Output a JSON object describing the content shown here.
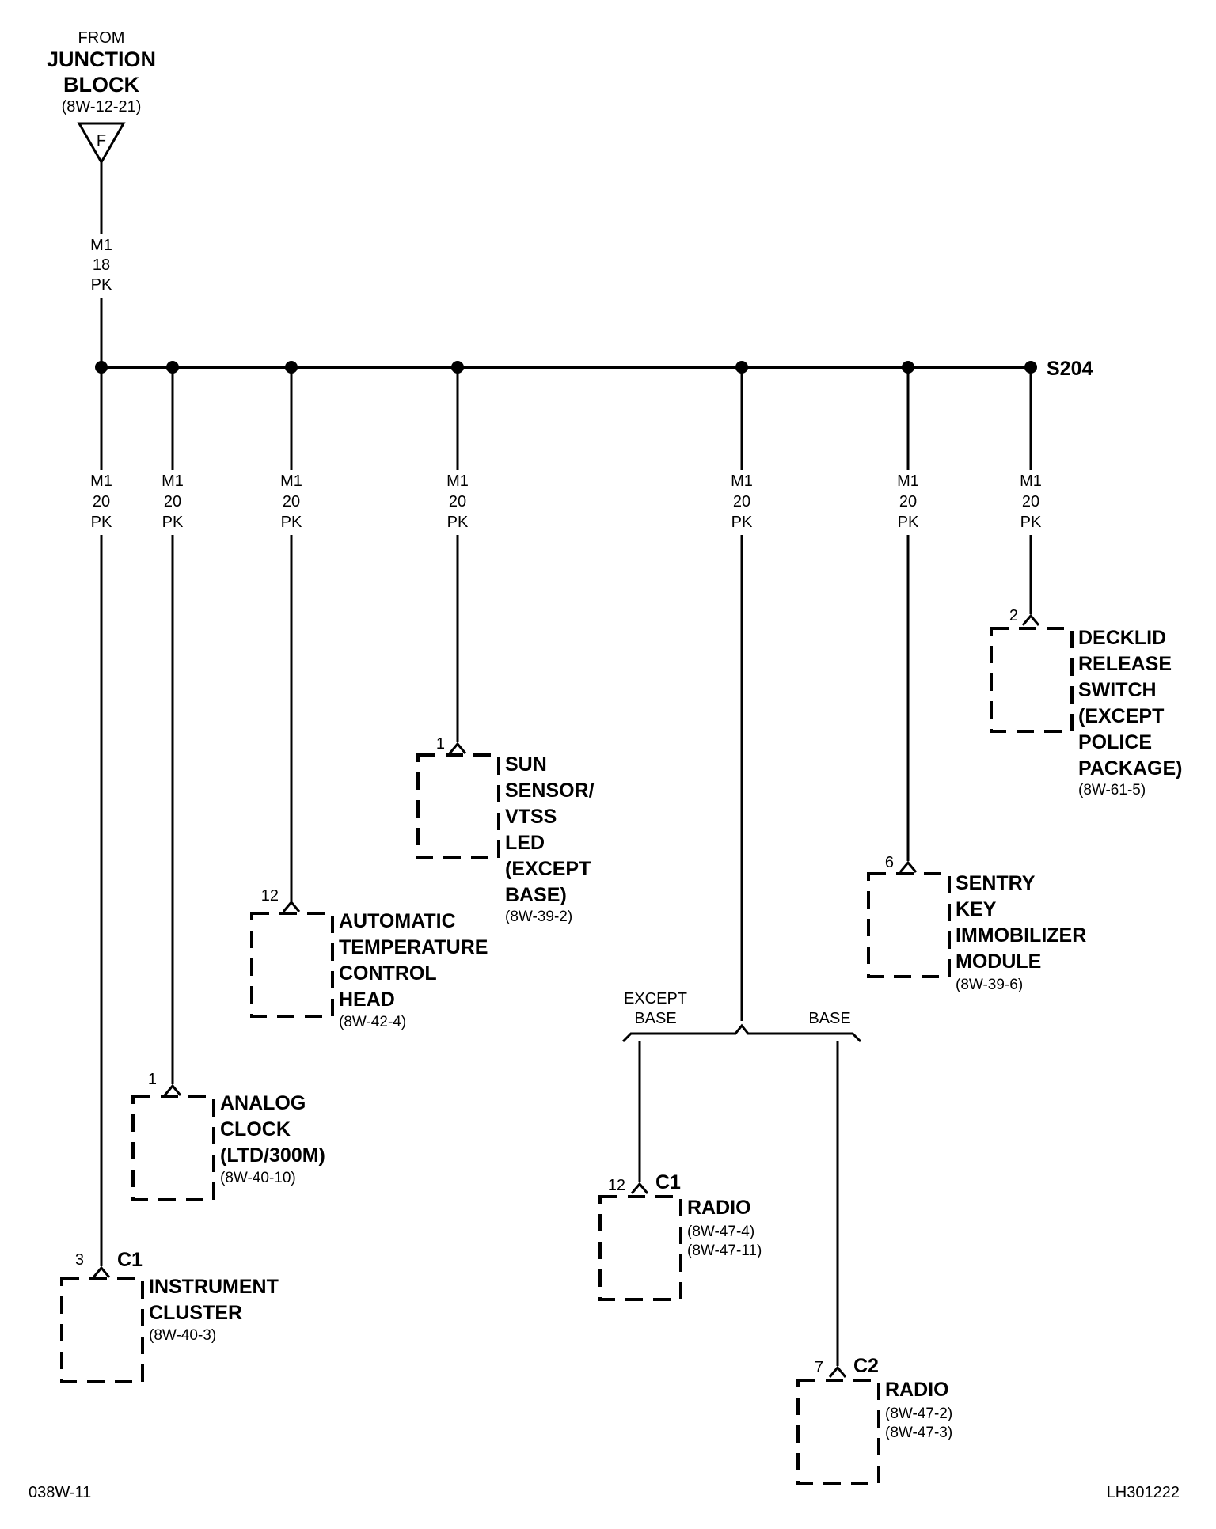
{
  "source": {
    "from": "FROM",
    "name_line1": "JUNCTION",
    "name_line2": "BLOCK",
    "ref": "(8W-12-21)",
    "cavity": "F",
    "wire": {
      "circuit": "M1",
      "gauge": "18",
      "color": "PK"
    }
  },
  "splice": {
    "label": "S204"
  },
  "branch_wire": {
    "circuit": "M1",
    "gauge": "20",
    "color": "PK"
  },
  "components": [
    {
      "id": "instrument-cluster",
      "pin": "3",
      "connector": "C1",
      "name_lines": [
        "INSTRUMENT",
        "CLUSTER"
      ],
      "refs": [
        "(8W-40-3)"
      ]
    },
    {
      "id": "analog-clock",
      "pin": "1",
      "connector": "",
      "name_lines": [
        "ANALOG",
        "CLOCK",
        "(LTD/300M)"
      ],
      "refs": [
        "(8W-40-10)"
      ]
    },
    {
      "id": "atc-head",
      "pin": "12",
      "connector": "",
      "name_lines": [
        "AUTOMATIC",
        "TEMPERATURE",
        "CONTROL",
        "HEAD"
      ],
      "refs": [
        "(8W-42-4)"
      ]
    },
    {
      "id": "sun-sensor",
      "pin": "1",
      "connector": "",
      "name_lines": [
        "SUN",
        "SENSOR/",
        "VTSS",
        "LED",
        "(EXCEPT",
        "BASE)"
      ],
      "refs": [
        "(8W-39-2)"
      ]
    },
    {
      "id": "radio-c1",
      "pin": "12",
      "connector": "C1",
      "name_lines": [
        "RADIO"
      ],
      "refs": [
        "(8W-47-4)",
        "(8W-47-11)"
      ]
    },
    {
      "id": "radio-c2",
      "pin": "7",
      "connector": "C2",
      "name_lines": [
        "RADIO"
      ],
      "refs": [
        "(8W-47-2)",
        "(8W-47-3)"
      ]
    },
    {
      "id": "sentry-key",
      "pin": "6",
      "connector": "",
      "name_lines": [
        "SENTRY",
        "KEY",
        "IMMOBILIZER",
        "MODULE"
      ],
      "refs": [
        "(8W-39-6)"
      ]
    },
    {
      "id": "decklid-switch",
      "pin": "2",
      "connector": "",
      "name_lines": [
        "DECKLID",
        "RELEASE",
        "SWITCH",
        "(EXCEPT",
        "POLICE",
        "PACKAGE)"
      ],
      "refs": [
        "(8W-61-5)"
      ]
    }
  ],
  "radio_option": {
    "except_base_line1": "EXCEPT",
    "except_base_line2": "BASE",
    "base": "BASE"
  },
  "footer": {
    "left": "038W-11",
    "right": "LH301222"
  }
}
